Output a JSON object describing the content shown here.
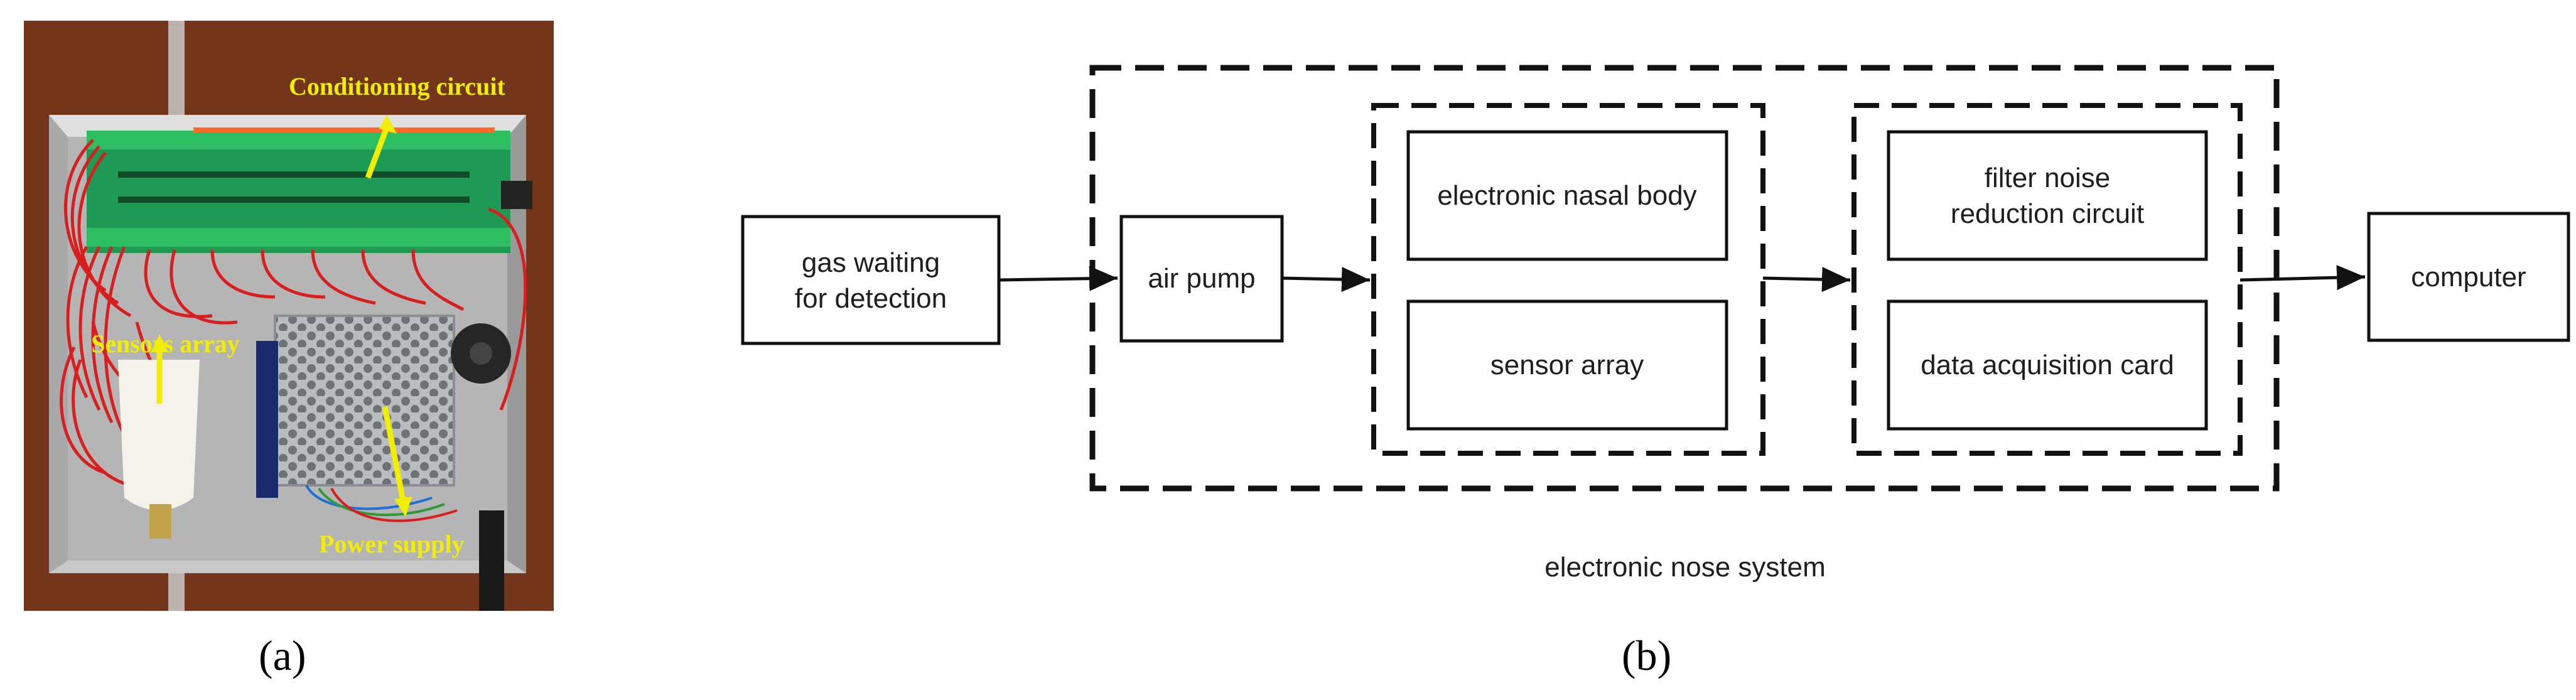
{
  "panel_a": {
    "caption": "(a)",
    "photo_labels": {
      "conditioning": "Conditioning circuit",
      "sensors": "Sensors array",
      "power": "Power supply"
    },
    "label_color": "#f2ee00",
    "wire_color": "#d81e1e",
    "board_color": "#1f9a55"
  },
  "panel_b": {
    "caption": "(b)",
    "system_label": "electronic nose system",
    "boxes": {
      "gas": [
        "gas waiting",
        "for detection"
      ],
      "pump": "air pump",
      "nasal": "electronic nasal body",
      "sensor": "sensor array",
      "filter": [
        "filter noise",
        "reduction circuit"
      ],
      "daq": "data acquisition card",
      "computer": "computer"
    }
  }
}
